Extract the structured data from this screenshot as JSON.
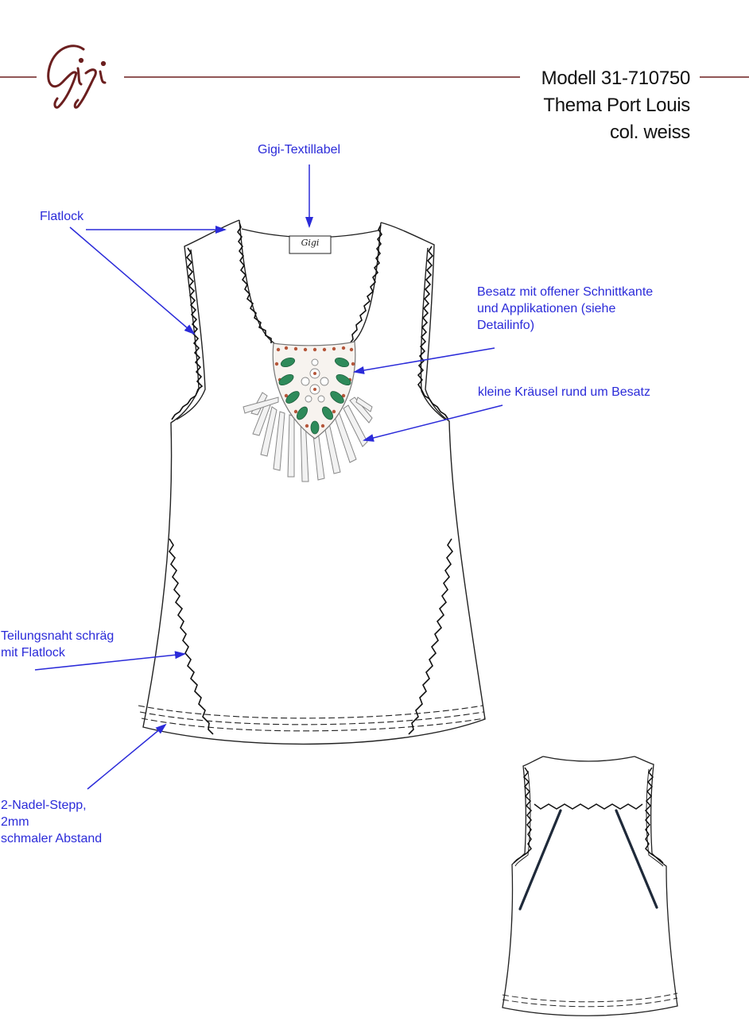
{
  "header": {
    "brand_logo": "Gigi",
    "model_line": "Modell 31-710750",
    "theme_line": "Thema Port Louis",
    "color_line": "col. weiss"
  },
  "annotations": {
    "textillabel": "Gigi-Textillabel",
    "flatlock": "Flatlock",
    "besatz": [
      "Besatz mit offener Schnittkante",
      "und Applikationen (siehe",
      "Detailinfo)"
    ],
    "kraeusel": "kleine Kräusel rund um Besatz",
    "teilungsnaht": [
      "Teilungsnaht schräg",
      "mit Flatlock"
    ],
    "stepp": [
      "2-Nadel-Stepp,",
      "2mm",
      "schmaler Abstand"
    ]
  },
  "garment_label_text": "Gigi",
  "colors": {
    "brand_line": "#6b1f1f",
    "annotation": "#2b2bd9",
    "appliqué_green": "#2e8a5a",
    "appliqué_rust": "#b5563a"
  }
}
